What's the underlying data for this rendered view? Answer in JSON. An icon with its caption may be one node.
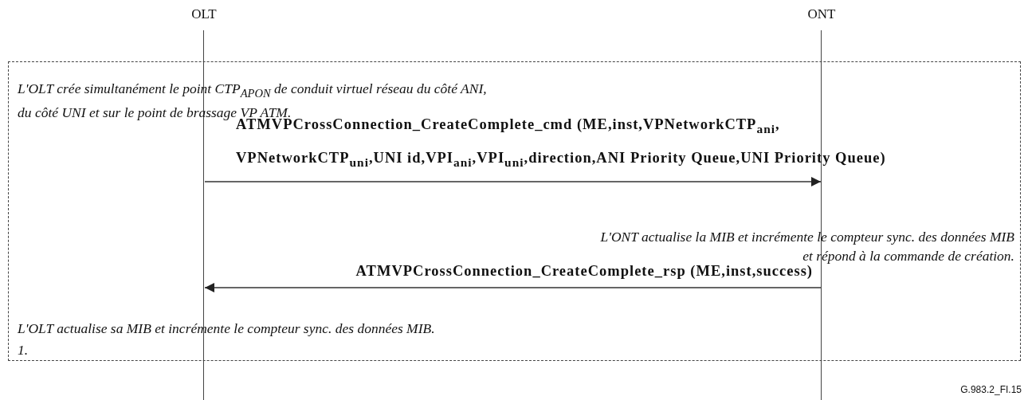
{
  "diagram": {
    "nodes": [
      {
        "text": [
          "OLT"
        ]
      },
      {
        "text": [
          "ONT"
        ]
      }
    ],
    "edges": [
      {
        "from": 0,
        "to": 1,
        "arrow": "to",
        "label": "ATMVPCrossConnection_CreateComplete_cmd (ME,inst,VPNetworkCTP$_{ani}$, VPNetworkCTP$_{uni}$,UNI id,VPI$_{ani}$,VPI$_{uni}$,direction,ANI Priority Queue,UNI Priority Queue)"
      },
      {
        "from": 1,
        "to": 0,
        "arrow": "to",
        "label": "ATMVPCrossConnection_CreateComplete_rsp (ME,inst,success)"
      }
    ],
    "labels": [
      "L'OLT crée simultanément le point CTP$_{APON}$ de conduit virtuel réseau du côté ANI, du côté UNI et sur le point de brassage VP ATM.",
      "L'ONT actualise la MIB et incrémente le compteur sync. des données MIB et répond à la commande de création.",
      "L'OLT actualise sa MIB et incrémente le compteur sync. des données MIB.",
      "1.",
      "G.983.2_FI.15"
    ]
  }
}
